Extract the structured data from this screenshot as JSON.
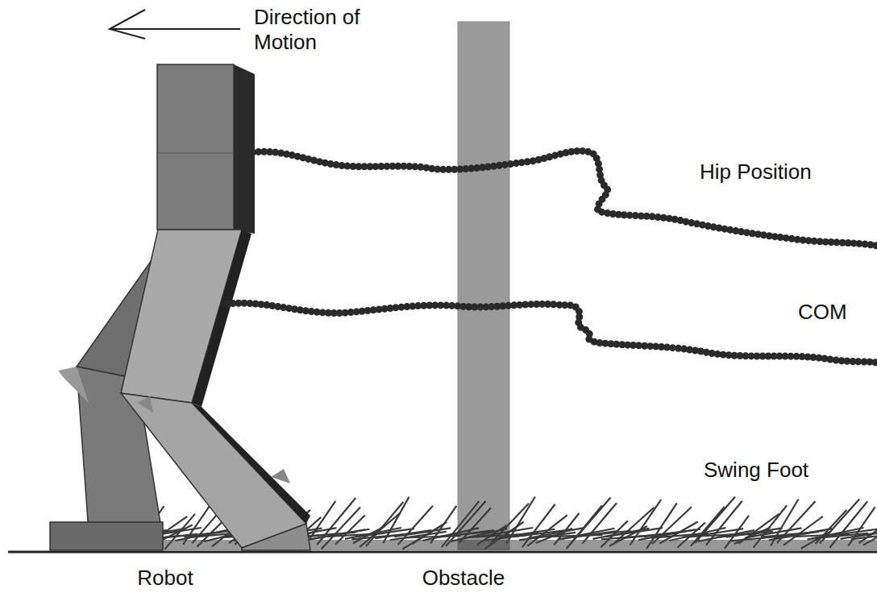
{
  "diagram": {
    "labels": [
      "Direction of Motion",
      "Hip Position",
      "COM",
      "Swing Foot",
      "Robot",
      "Obstacle"
    ]
  }
}
